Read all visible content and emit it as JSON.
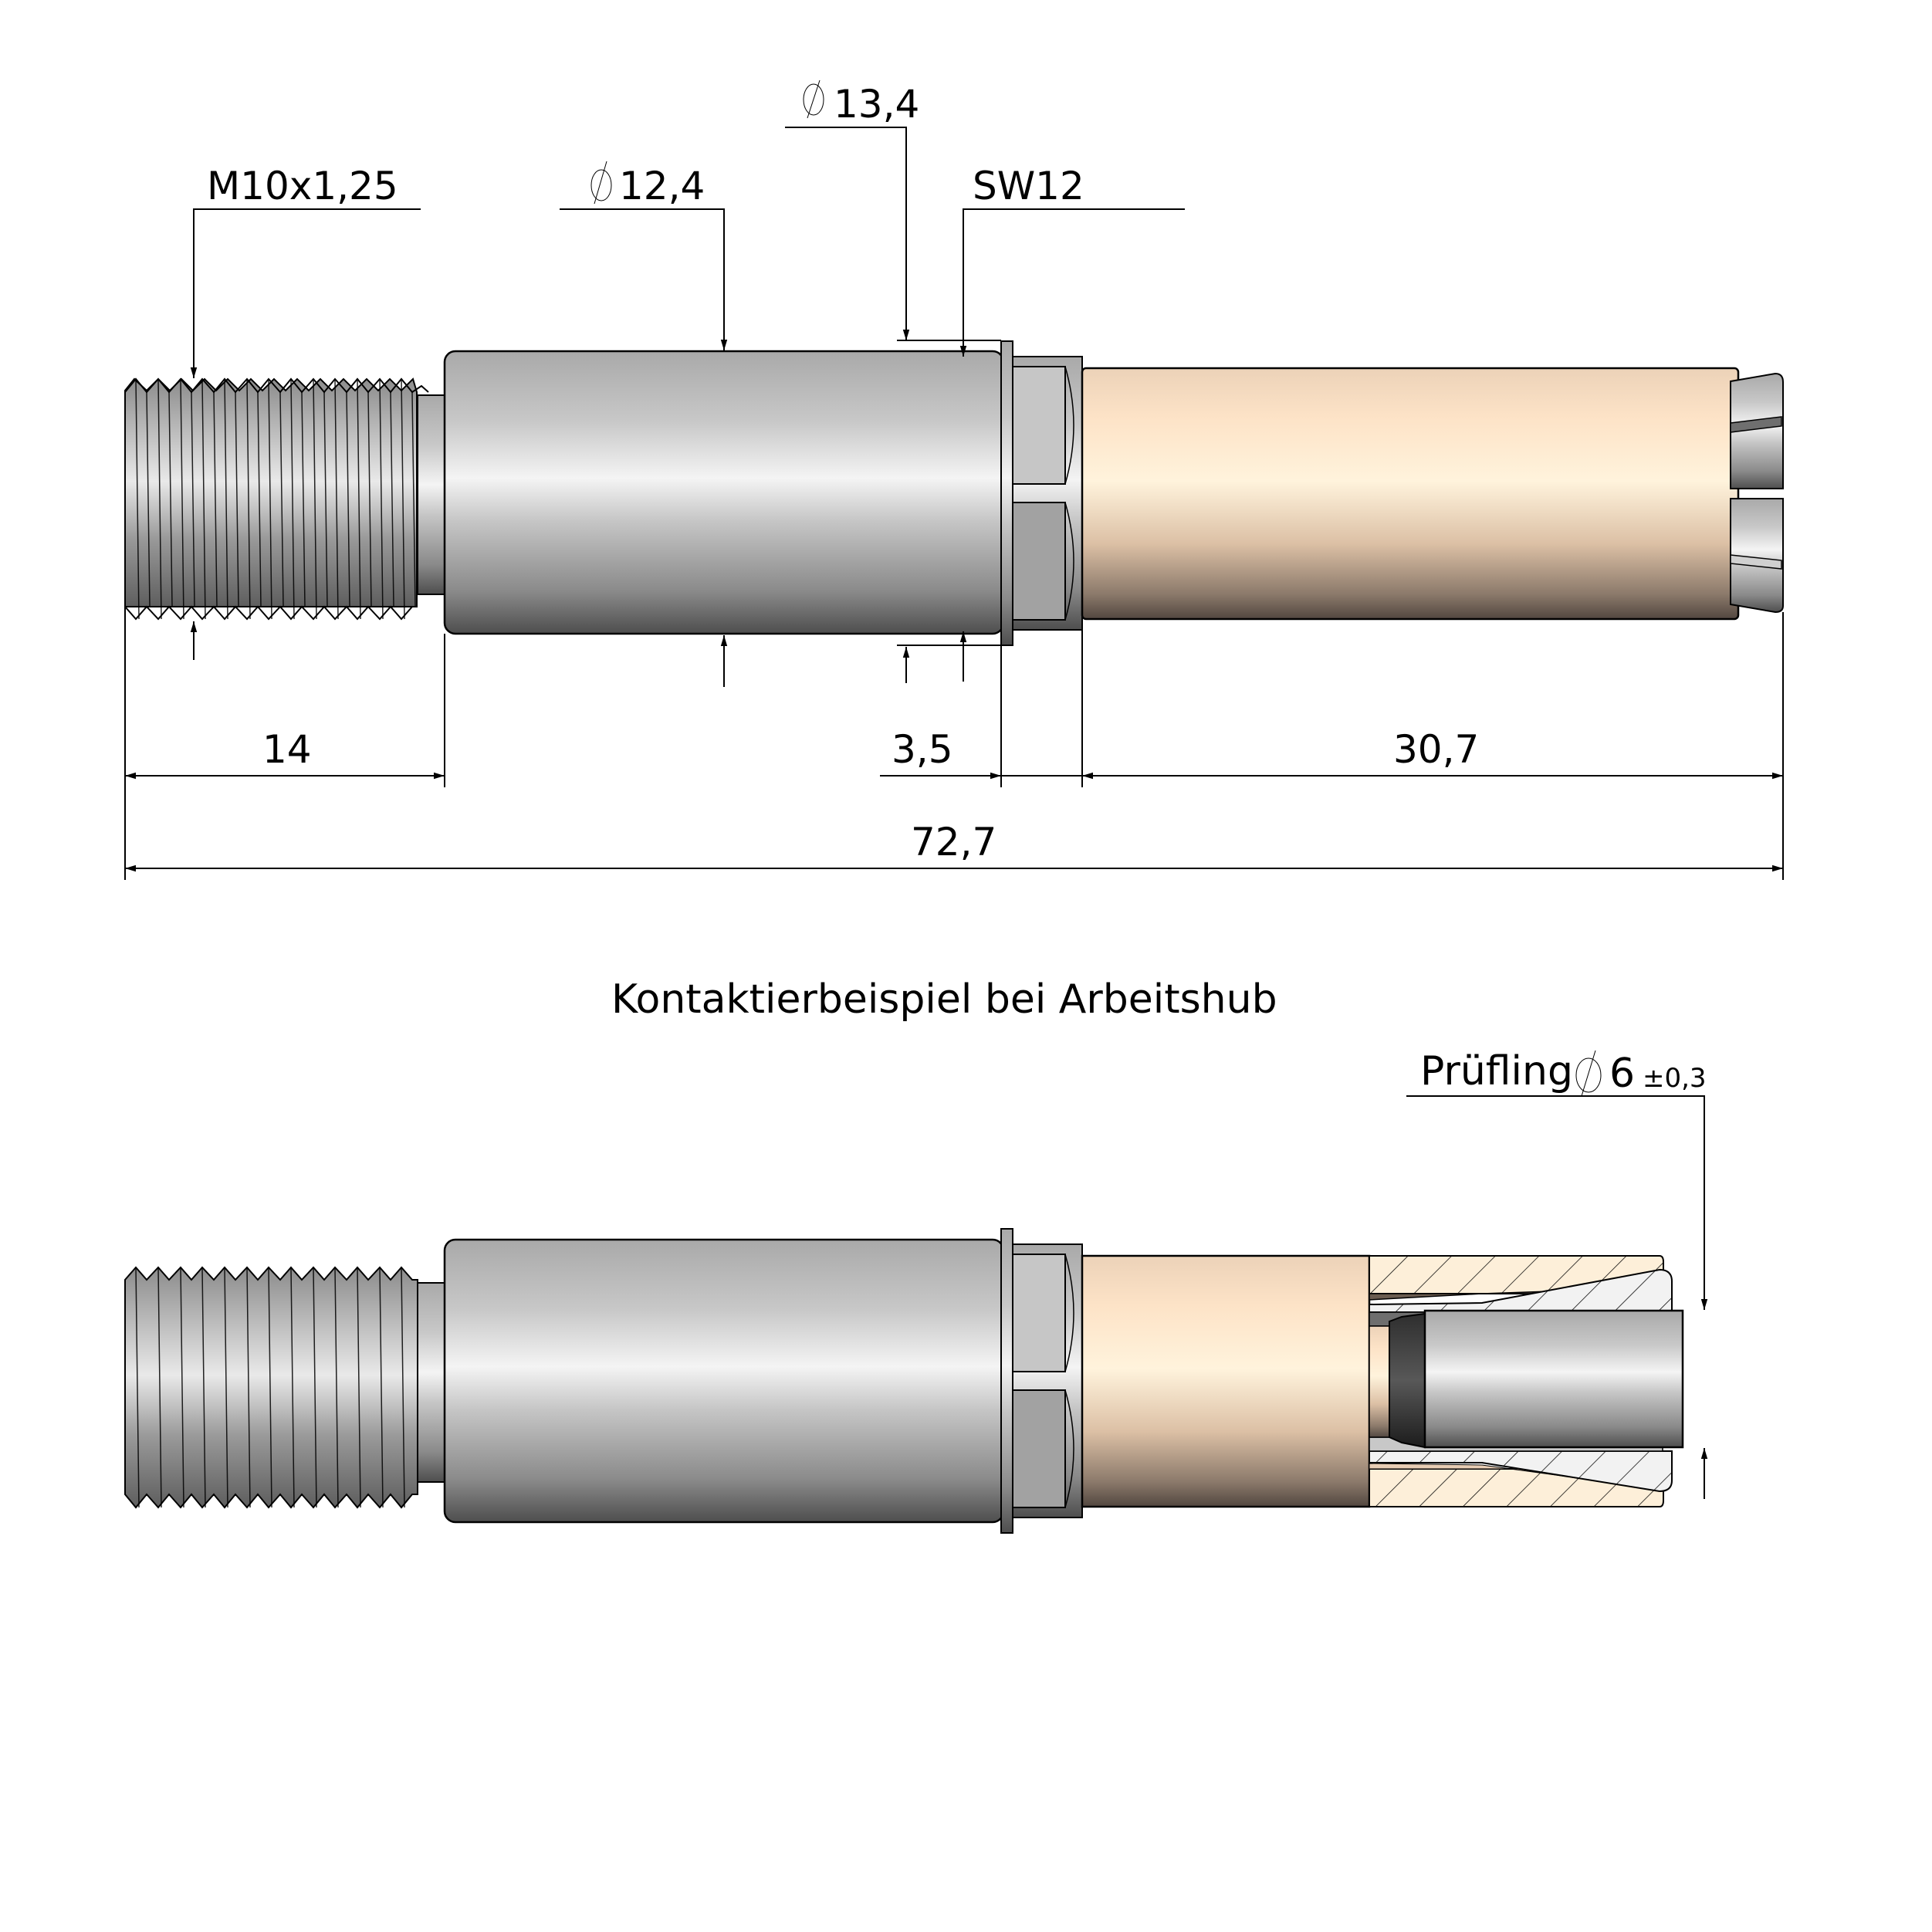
{
  "drawing": {
    "top_view": {
      "callouts": {
        "thread": "M10x1,25",
        "dia_body": "12,4",
        "dia_flange": "13,4",
        "wrench_size": "SW12"
      },
      "dimensions": {
        "thread_length": "14",
        "flange_width": "3,5",
        "sleeve_length": "30,7",
        "overall_length": "72,7"
      }
    },
    "section_title": "Kontaktierbeispiel bei Arbeitshub",
    "bottom_view": {
      "specimen_label": "Prüfling",
      "specimen_dia": "6",
      "specimen_tolerance": "±0,3"
    },
    "symbols": {
      "diameter": "diameter-symbol"
    },
    "colors": {
      "steel_light": "#f2f2f2",
      "steel_mid": "#bdbdbd",
      "steel_dark": "#5a5a5a",
      "brass_light": "#fff1da",
      "brass_mid": "#f0d8bd",
      "brass_dark": "#5e5248",
      "black_insulator": "#2a2a2a"
    }
  }
}
